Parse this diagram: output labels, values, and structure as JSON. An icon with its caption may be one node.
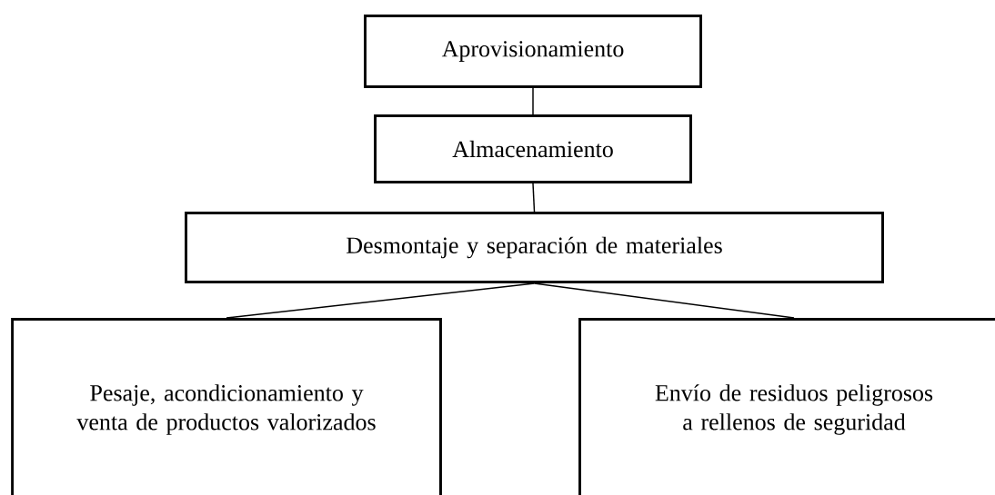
{
  "diagram": {
    "nodes": [
      {
        "text": [
          "Aprovisionamiento"
        ]
      },
      {
        "text": [
          "Almacenamiento"
        ]
      },
      {
        "text": [
          "Desmontaje y separación de materiales"
        ]
      },
      {
        "text": [
          "Pesaje, acondicionamiento y venta de productos valorizados"
        ]
      },
      {
        "text": [
          "Envío de residuos peligrosos a rellenos de seguridad"
        ]
      }
    ],
    "edges": [
      {
        "from": 0,
        "to": 1,
        "arrow": "none"
      },
      {
        "from": 1,
        "to": 2,
        "arrow": "none"
      },
      {
        "from": 2,
        "to": 3,
        "arrow": "none"
      },
      {
        "from": 2,
        "to": 4,
        "arrow": "none"
      }
    ]
  }
}
